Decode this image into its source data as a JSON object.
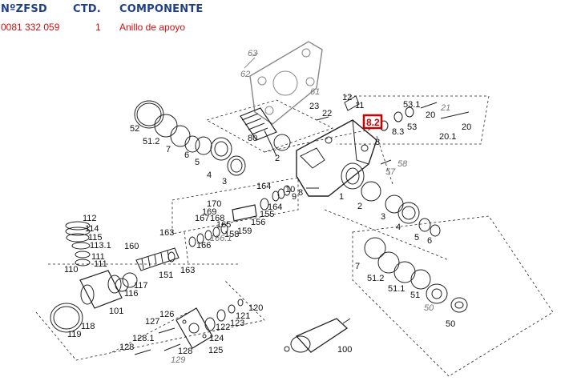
{
  "header": {
    "col_code": "NºZFSD",
    "col_qty": "CTD.",
    "col_component": "COMPONENTE",
    "row": {
      "code": "0081 332 059",
      "qty": "1",
      "component": "Anillo de apoyo"
    }
  },
  "diagram": {
    "highlight_label": "8.2",
    "labels": {
      "l63": "63",
      "l62": "62",
      "l61": "61",
      "l53_1": "53.1",
      "l21": "21",
      "l12": "12",
      "l11": "11",
      "l23": "23",
      "l22": "22",
      "l20a": "20",
      "l20b": "20",
      "l53": "53",
      "l8_3": "8.3",
      "l20_1": "20.1",
      "l8": "8",
      "l52": "52",
      "l51_2": "51.2",
      "l7": "7",
      "l6": "6",
      "l5": "5",
      "l4": "4",
      "l3": "3",
      "l80": "80",
      "l2a": "2",
      "l58": "58",
      "l57": "57",
      "l1": "1",
      "l164a": "164",
      "l10": "10",
      "l9": "9",
      "l8b": "8",
      "l164b": "164",
      "l155": "155",
      "l2b": "2",
      "l3b": "3",
      "l4b": "4",
      "l5b": "5",
      "l6b": "6",
      "l170": "170",
      "l169": "169",
      "l167": "167",
      "l168": "168",
      "l165": "165",
      "l159": "159",
      "l156": "156",
      "l158": "158",
      "l1661": "166.1",
      "l166": "166",
      "l163a": "163",
      "l163b": "163",
      "l151": "151",
      "l160": "160",
      "l112": "112",
      "l114": "114",
      "l115": "115",
      "l113_1": "113.1",
      "l111a": "111",
      "l111b": "111",
      "l110": "110",
      "l117": "117",
      "l116": "116",
      "l101": "101",
      "l118": "118",
      "l119": "119",
      "l7b": "7",
      "l51_2b": "51.2",
      "l51_1": "51.1",
      "l51": "51",
      "l50": "50",
      "l50i": "50",
      "l120": "120",
      "l121": "121",
      "l123": "123",
      "l122": "122",
      "l124": "124",
      "l125": "125",
      "l126": "126",
      "l127": "127",
      "l128_1": "128.1",
      "l128a": "128",
      "l128b": "128",
      "l129": "129",
      "l100": "100"
    }
  }
}
